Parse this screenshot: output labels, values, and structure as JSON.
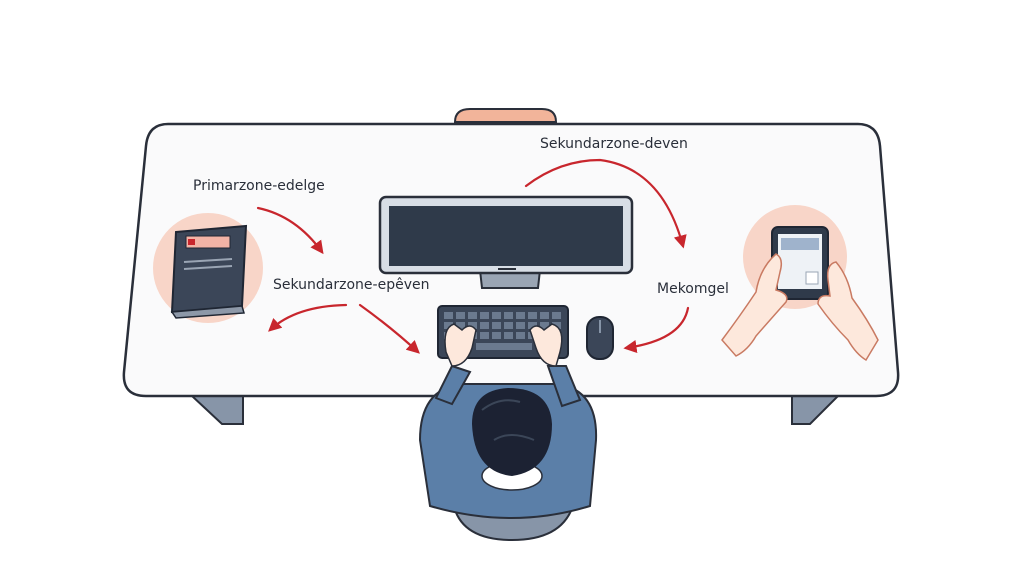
{
  "labels": {
    "primary_zone": "Primarzone-edelge",
    "secondary_zone_top": "Sekundarzone-deven",
    "secondary_zone_left": "Sekundarzone-epêven",
    "right_zone": "Mekomgel"
  },
  "colors": {
    "arrow": "#c8262d",
    "desk_fill": "#fafafb",
    "outline": "#2a2f3a",
    "zone_circle": "#f8d5c8",
    "chair_back": "#f2b49a",
    "jacket": "#5b7fa8",
    "hair": "#1c2233",
    "screen": "#2f3a4a"
  }
}
